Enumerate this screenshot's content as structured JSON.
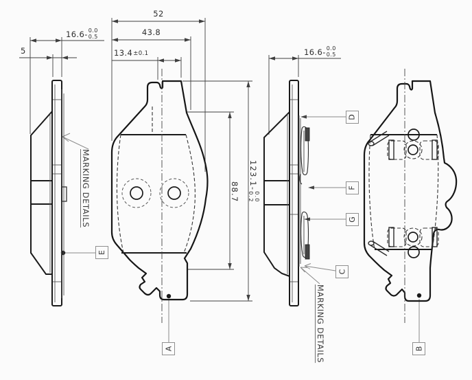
{
  "colors": {
    "background": "#fbfbfb",
    "outline": "#1a1a1a",
    "dimension_lines": "#3f3f3f",
    "leader_lines": "#8a8a8a",
    "callout_border": "#8f8f8f"
  },
  "dimensions": {
    "overall_width": "52",
    "pad_width": "43.8",
    "tab_width_base": "13.4",
    "tab_width_tol": "±0.1",
    "thickness_left_base": "16.6-",
    "thickness_left_tol_upper": "0.0",
    "thickness_left_tol_lower": "0.5",
    "backplate_thickness": "5",
    "thickness_right_base": "16.6-",
    "thickness_right_tol_upper": "0.0",
    "thickness_right_tol_lower": "0.5",
    "overall_height_base": "123.1-",
    "overall_height_tol_upper": "0.0",
    "overall_height_tol_lower": "0.2",
    "friction_height": "88.7"
  },
  "callouts": {
    "a": "A",
    "b": "B",
    "c": "C",
    "d": "D",
    "e": "E",
    "f": "F",
    "g": "G"
  },
  "notes": {
    "marking_left": "MARKING DETAILS",
    "marking_right": "MARKING DETAILS"
  }
}
